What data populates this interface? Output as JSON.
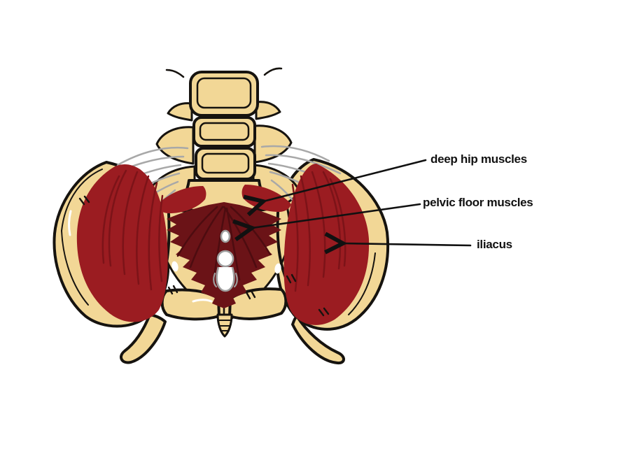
{
  "figure": {
    "background": "#ffffff"
  },
  "annotations": {
    "deep_hip": {
      "label": "deep hip muscles"
    },
    "pelvic_floor": {
      "label": "pelvic floor muscles"
    },
    "iliacus": {
      "label": "iliacus"
    }
  },
  "colors": {
    "bone": "#f2d796",
    "outline": "#16130f",
    "muscle": "#9b1c21",
    "muscle_streak": "#7c1318",
    "pelvic_floor": "#6b1317",
    "pelvic_floor_streak": "#4d0c10",
    "ligament": "#a8a8a8",
    "opening": "#9e9e9e",
    "arrow": "#111111",
    "label_text": "#111111"
  }
}
